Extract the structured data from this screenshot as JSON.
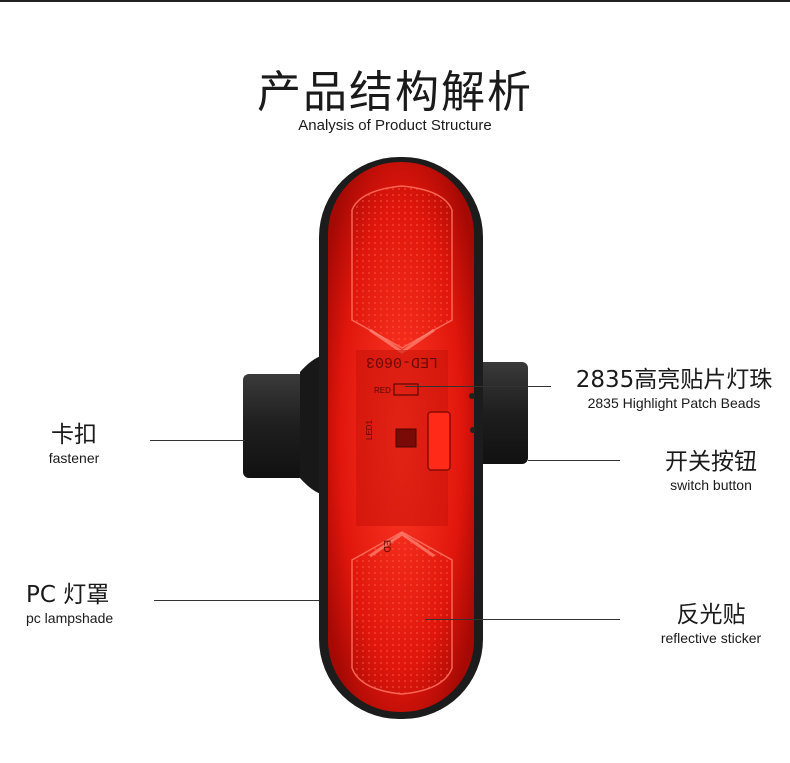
{
  "header": {
    "title": "产品结构解析",
    "subtitle": "Analysis of Product Structure"
  },
  "product_text": {
    "model": "LED-0603",
    "red_mark": "RED",
    "led_mark": "LED1",
    "side_mark": "ED"
  },
  "callouts": {
    "beads": {
      "zh": "2835高亮贴片灯珠",
      "en": "2835 Highlight Patch Beads"
    },
    "fastener": {
      "zh": "卡扣",
      "en": "fastener"
    },
    "switch": {
      "zh": "开关按钮",
      "en": "switch button"
    },
    "lampshade": {
      "zh": "PC 灯罩",
      "en": "pc lampshade"
    },
    "reflective": {
      "zh": "反光贴",
      "en": "reflective sticker"
    }
  },
  "colors": {
    "lens_red": "#e0160c",
    "housing_black": "#1c1c1c",
    "bracket_black": "#262626"
  }
}
